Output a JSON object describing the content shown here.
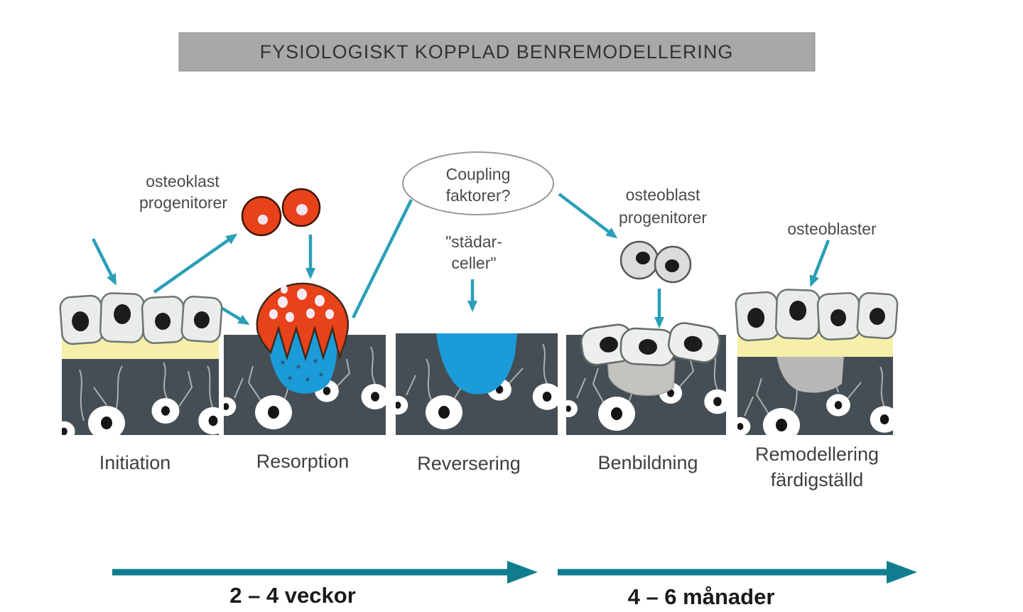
{
  "title": "FYSIOLOGISKT KOPPLAD BENREMODELLERING",
  "labels": {
    "osteoklast_progenitorer": [
      "osteoklast",
      "progenitorer"
    ],
    "coupling_faktorer": [
      "Coupling",
      "faktorer?"
    ],
    "stadarceller": [
      "\"städar-",
      "celler\""
    ],
    "osteoblast_progenitorer": [
      "osteoblast",
      "progenitorer"
    ],
    "osteoblaster": "osteoblaster"
  },
  "stages": [
    {
      "label": "Initiation"
    },
    {
      "label": "Resorption"
    },
    {
      "label": "Reversering"
    },
    {
      "label": "Benbildning"
    },
    {
      "label": "Remodellering",
      "label_line2": "färdigställd"
    }
  ],
  "timeline": {
    "phase1": "2 – 4 veckor",
    "phase2": "4 – 6 månader"
  },
  "colors": {
    "title_bg": "#a8a8a8",
    "arrow_teal": "#2b9fb8",
    "timeline_teal": "#0f7d8e",
    "osteoclast_red": "#e8421b",
    "resorption_blue": "#1b9bd7",
    "bone_dark": "#454e54",
    "osteoid_yellow": "#f5efa9",
    "lining_cell_gray": "#e9ece9",
    "new_bone_gray": "#c3c3c0",
    "finished_bone_gray": "#b7b7b7",
    "text_dark": "#3f3f3f"
  }
}
